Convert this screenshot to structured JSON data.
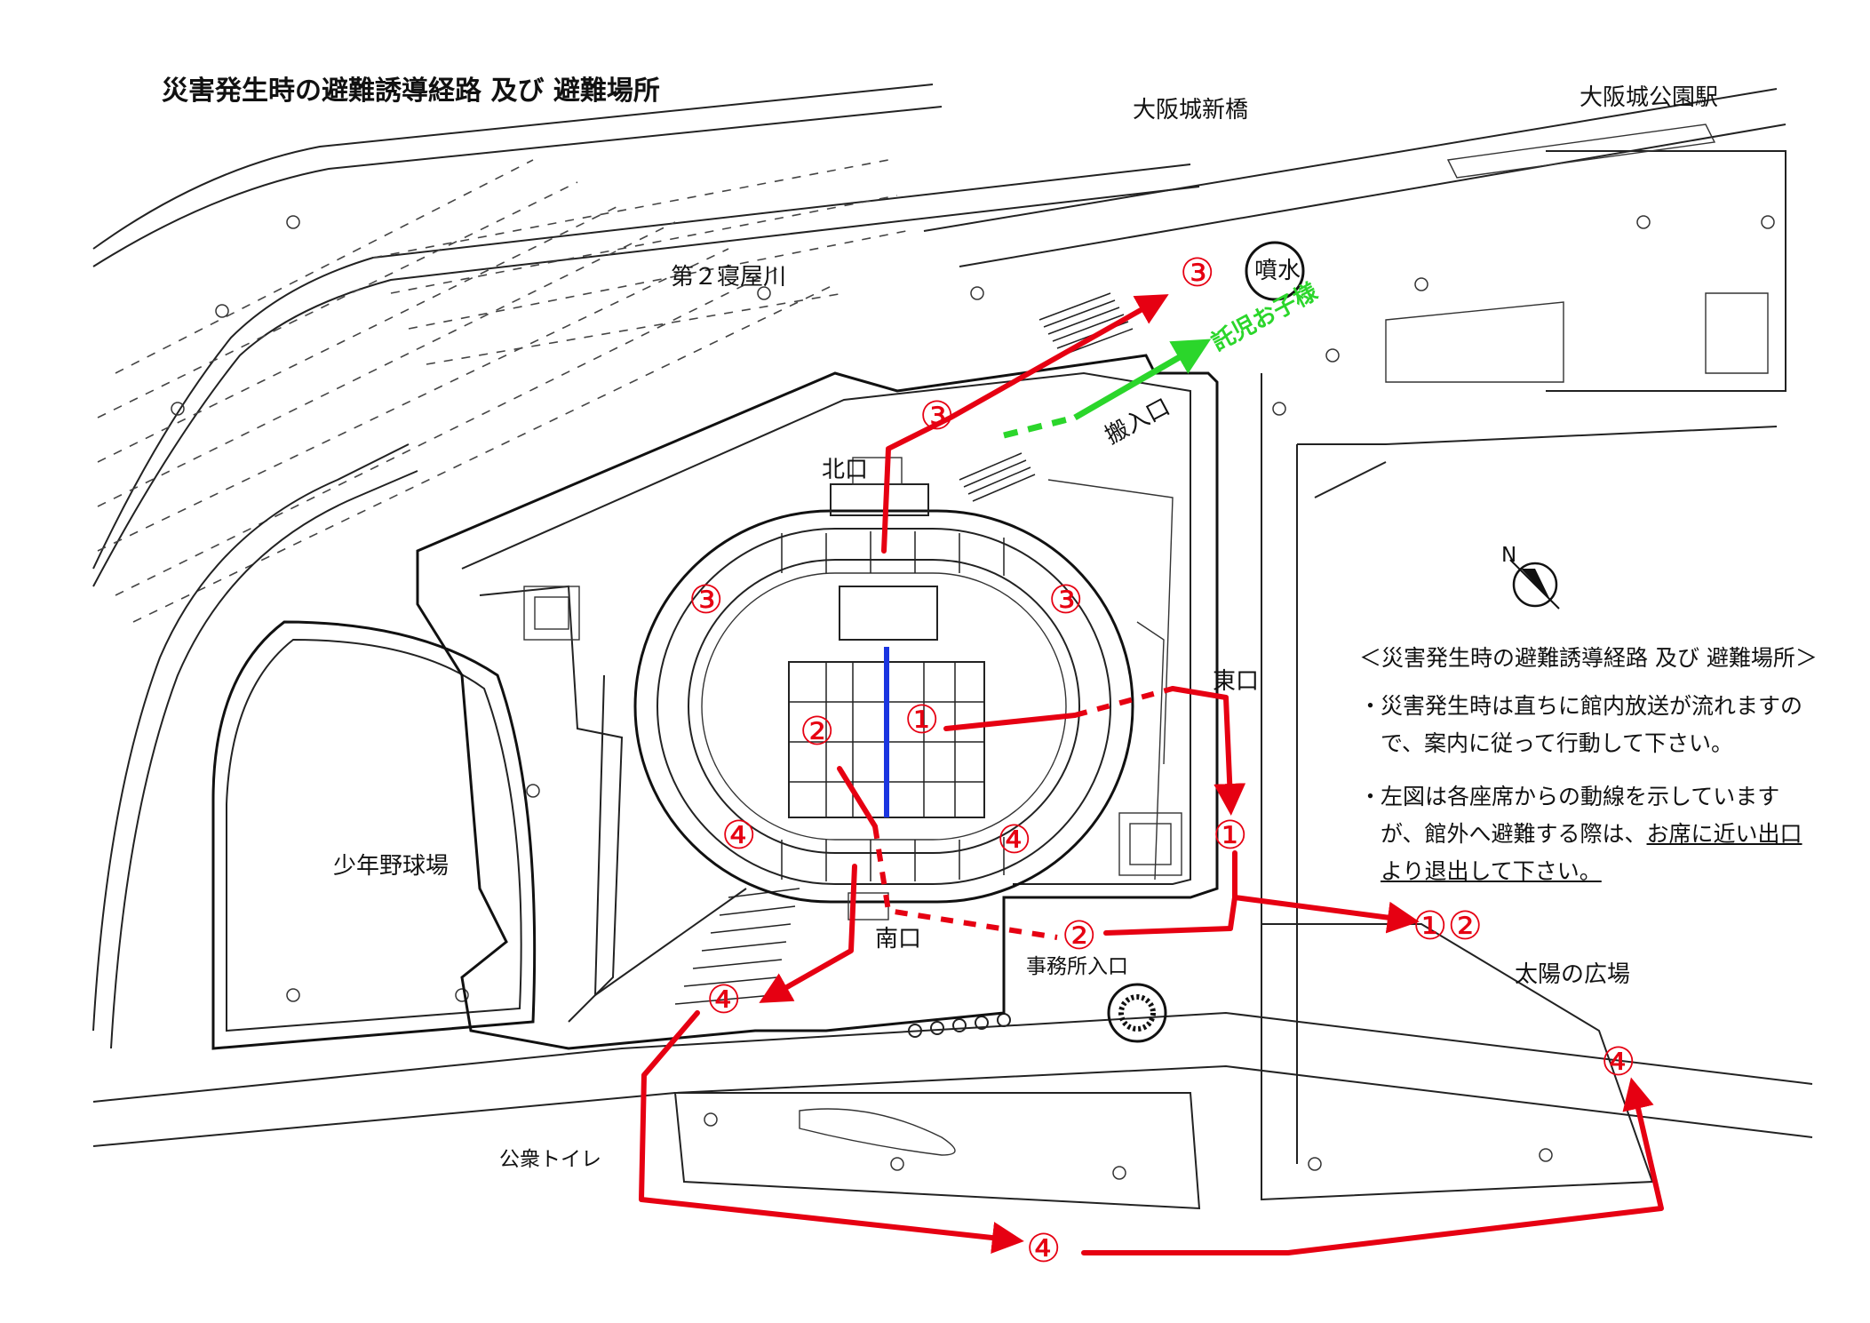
{
  "title": "災害発生時の避難誘導経路 及び 避難場所",
  "places": {
    "bridge": "大阪城新橋",
    "station": "大阪城公園駅",
    "river": "第２寝屋川",
    "fountain": "噴水",
    "childcare": "託児お子様",
    "loading_entrance": "搬入口",
    "north_gate": "北口",
    "east_gate": "東口",
    "south_gate": "南口",
    "office_entrance": "事務所入口",
    "baseball": "少年野球場",
    "plaza": "太陽の広場",
    "toilet": "公衆トイレ",
    "north_mark": "N"
  },
  "route_numbers": {
    "n1": "①",
    "n2": "②",
    "n3": "③",
    "n4": "④",
    "n12": "①②"
  },
  "legend": {
    "heading": "＜災害発生時の避難誘導経路 及び 避難場所＞",
    "bullet": "・",
    "item1": "災害発生時は直ちに館内放送が流れますので、案内に従って行動して下さい。",
    "item2_a": "左図は各座席からの動線を示していますが、館外へ避難する際は、",
    "item2_b": "お席に近い出口より退出して下さい。"
  },
  "colors": {
    "route": "#e60012",
    "childcare_route": "#2bd62b",
    "stage": "#1a35e0"
  }
}
